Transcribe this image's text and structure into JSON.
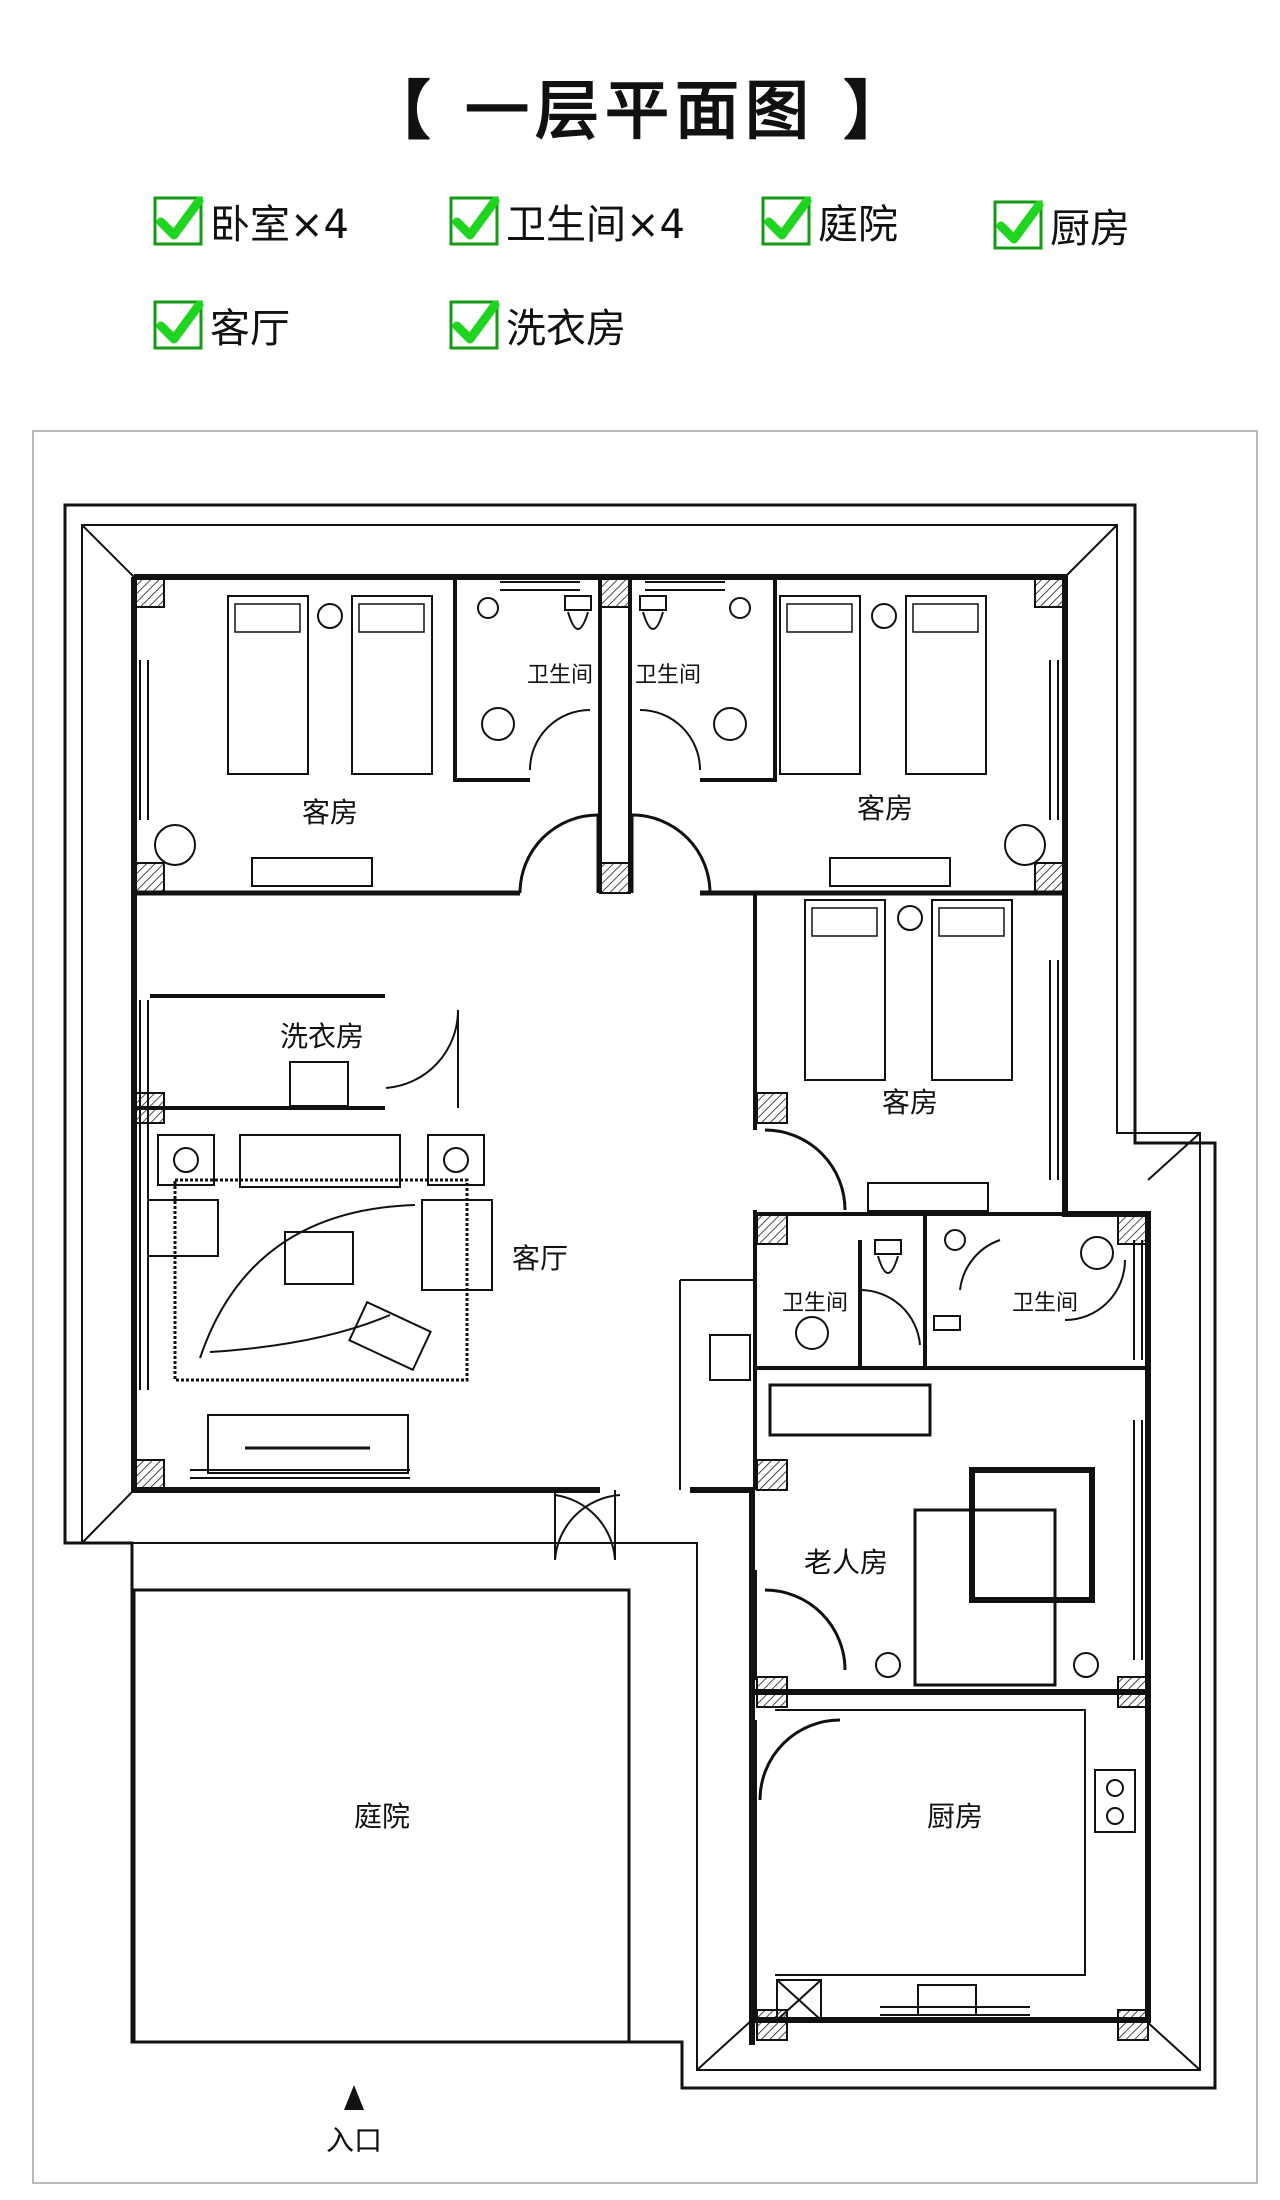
{
  "title": "【 一层平面图 】",
  "features": [
    {
      "label": "卧室×4"
    },
    {
      "label": "卫生间×4"
    },
    {
      "label": "庭院"
    },
    {
      "label": "厨房"
    },
    {
      "label": "客厅"
    },
    {
      "label": "洗衣房"
    }
  ],
  "rooms": {
    "guest_left": "客房",
    "guest_right": "客房",
    "guest_mid": "客房",
    "bath_1": "卫生间",
    "bath_2": "卫生间",
    "bath_3": "卫生间",
    "bath_4": "卫生间",
    "laundry": "洗衣房",
    "living": "客厅",
    "elder": "老人房",
    "courtyard": "庭院",
    "kitchen": "厨房"
  },
  "entrance": "入口",
  "colors": {
    "check": "#1fd51f",
    "check_border": "#169a16",
    "wall": "#111111",
    "frame": "#b9b9b9"
  }
}
